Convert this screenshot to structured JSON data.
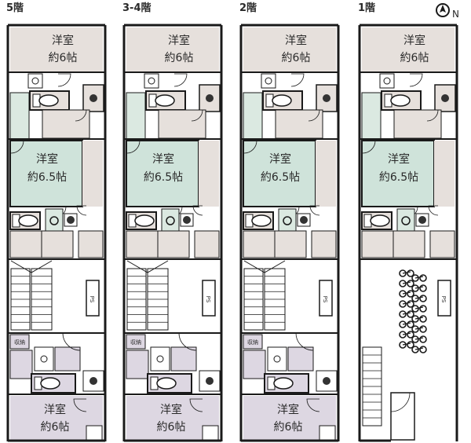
{
  "compass": {
    "letter": "N"
  },
  "room_names": {
    "western": "洋室"
  },
  "floors": [
    {
      "title": "5階",
      "rear_room": {
        "name": "洋室",
        "size": "約6帖"
      },
      "middle_room": {
        "name": "洋室",
        "size": "約6.5帖"
      },
      "front_room": {
        "name": "洋室",
        "size": "約6帖"
      },
      "ps_label": "PS",
      "storage_label": "収納"
    },
    {
      "title": "3-4階",
      "rear_room": {
        "name": "洋室",
        "size": "約6帖"
      },
      "middle_room": {
        "name": "洋室",
        "size": "約6.5帖"
      },
      "front_room": {
        "name": "洋室",
        "size": "約6帖"
      },
      "ps_label": "PS",
      "storage_label": "収納"
    },
    {
      "title": "2階",
      "rear_room": {
        "name": "洋室",
        "size": "約6帖"
      },
      "middle_room": {
        "name": "洋室",
        "size": "約6.5帖"
      },
      "front_room": {
        "name": "洋室",
        "size": "約6帖"
      },
      "ps_label": "PS",
      "storage_label": "収納"
    },
    {
      "title": "1階",
      "rear_room": {
        "name": "洋室",
        "size": "約6帖"
      },
      "middle_room": {
        "name": "洋室",
        "size": "約6.5帖"
      },
      "ps_label": "PS",
      "bicycle_count": 8
    }
  ],
  "colors": {
    "wall": "#1a1a1a",
    "room_beige": "#e6e0dc",
    "room_green": "#cfe3da",
    "room_lavender": "#ddd7e2",
    "bath_green": "#dbe9e1"
  }
}
